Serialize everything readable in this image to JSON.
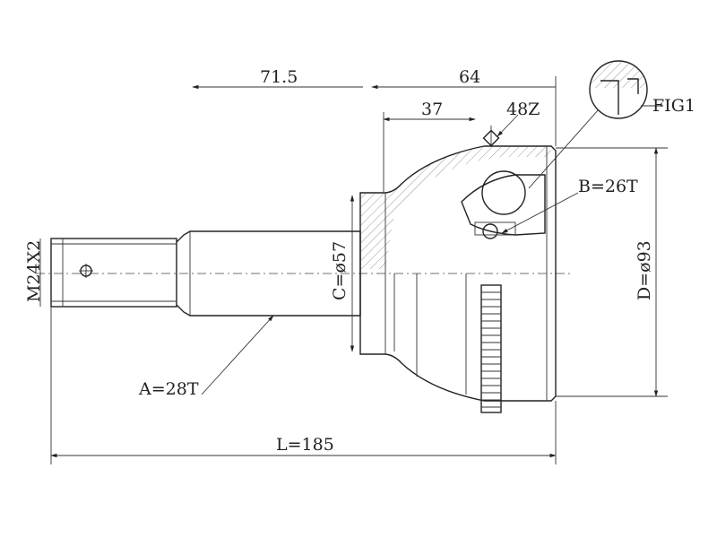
{
  "drawing": {
    "dimensions": {
      "shaft_length": "71.5",
      "housing_length": "64",
      "depth": "37",
      "abs_teeth": "48Z",
      "fig": "FIG1",
      "inner_spline": "B=26T",
      "outer_diameter": "D=ø93",
      "seal_diameter": "C=ø57",
      "thread": "M24X2",
      "outer_spline": "A=28T",
      "total_length": "L=185"
    }
  }
}
